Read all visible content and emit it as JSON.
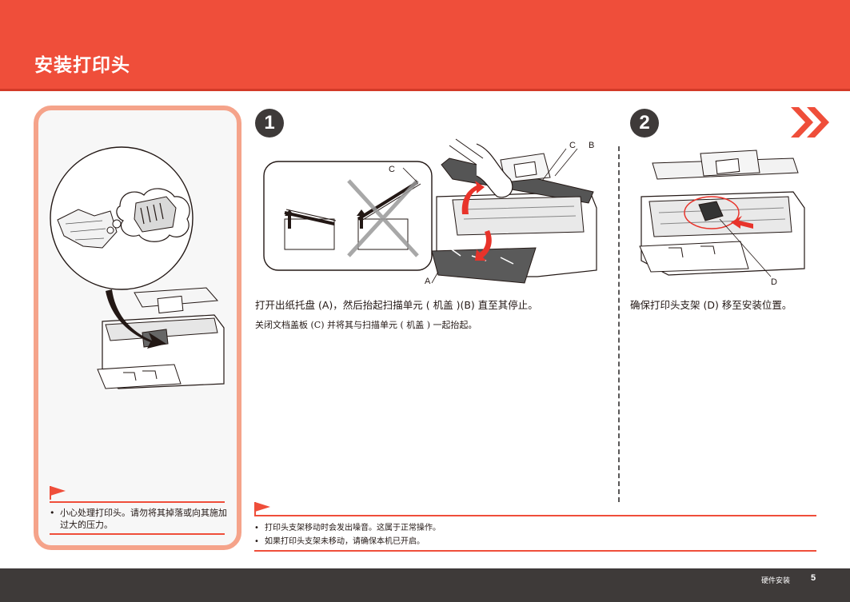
{
  "header": {
    "title": "安装打印头"
  },
  "side_note": {
    "items": [
      "小心处理打印头。请勿将其掉落或向其施加过大的压力。"
    ]
  },
  "step1": {
    "number": "1",
    "instruction": "打开出纸托盘 (A)，然后抬起扫描单元 ( 机盖 )(B) 直至其停止。",
    "sub_instruction": "关闭文档盖板 (C) 并将其与扫描单元 ( 机盖 ) 一起抬起。",
    "labels": {
      "a": "A",
      "b": "B",
      "c": "C",
      "c_inset": "C"
    }
  },
  "step2": {
    "number": "2",
    "instruction": "确保打印头支架 (D) 移至安装位置。",
    "labels": {
      "d": "D"
    }
  },
  "notes": {
    "items": [
      "打印头支架移动时会发出噪音。这属于正常操作。",
      "如果打印头支架未移动，请确保本机已开启。"
    ]
  },
  "footer": {
    "section": "硬件安装",
    "page": "5"
  },
  "colors": {
    "header_red": "#ef4e3a",
    "panel_border": "#f5a38a",
    "dark": "#3e3a39",
    "arrow_red": "#e8332a"
  },
  "icons": [
    "warning-flag-icon",
    "next-page-arrows-icon",
    "arrow-up-icon",
    "cross-mark-icon"
  ]
}
